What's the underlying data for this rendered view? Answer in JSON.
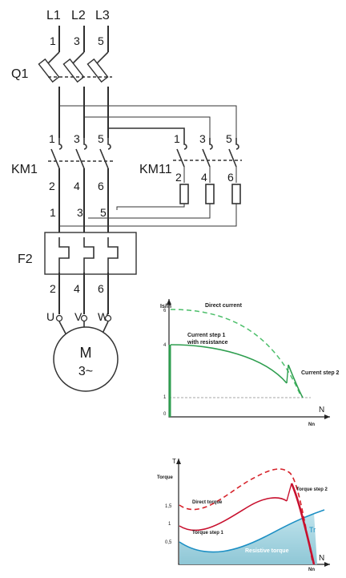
{
  "schematic": {
    "phases": [
      "L1",
      "L2",
      "L3"
    ],
    "q1": {
      "label": "Q1",
      "terminals": [
        "1",
        "3",
        "5"
      ]
    },
    "km1": {
      "label": "KM1",
      "top_terminals": [
        "1",
        "3",
        "5"
      ],
      "bottom_terminals": [
        "2",
        "4",
        "6"
      ]
    },
    "km11": {
      "label": "KM11",
      "top_terminals": [
        "1",
        "3",
        "5"
      ],
      "bottom_terminals": [
        "2",
        "4",
        "6"
      ]
    },
    "f2": {
      "label": "F2",
      "top_terminals": [
        "1",
        "3",
        "5"
      ],
      "bottom_terminals": [
        "2",
        "4",
        "6"
      ]
    },
    "motor_terminals": [
      "U",
      "V",
      "W"
    ],
    "motor": {
      "line1": "M",
      "line2": "3~"
    }
  },
  "current_chart": {
    "ylabel": "Is/In",
    "xlabel": "N",
    "x_end_label": "Nn",
    "ticks": [
      "6",
      "4",
      "1",
      "0"
    ],
    "labels": {
      "direct": "Direct current",
      "step1_a": "Current step 1",
      "step1_b": "with resistance",
      "step2": "Current step 2"
    }
  },
  "torque_chart": {
    "ylabel_symbol": "T",
    "ylabel": "Torque",
    "xlabel": "N",
    "x_end_label": "Nn",
    "ticks": [
      "1,5",
      "1",
      "0,5"
    ],
    "labels": {
      "direct": "Direct torque",
      "step1": "Torque step 1",
      "step2": "Torque step 2",
      "tr": "Tr",
      "resistive": "Resistive torque"
    }
  },
  "colors": {
    "green_direct": "#4dbf6b",
    "green_step": "#2e9e4f",
    "red_direct": "#d6222a",
    "red_step": "#c8102e",
    "blue_tr": "#1c8fc4",
    "resistive_fill": "#a9d4e0"
  }
}
